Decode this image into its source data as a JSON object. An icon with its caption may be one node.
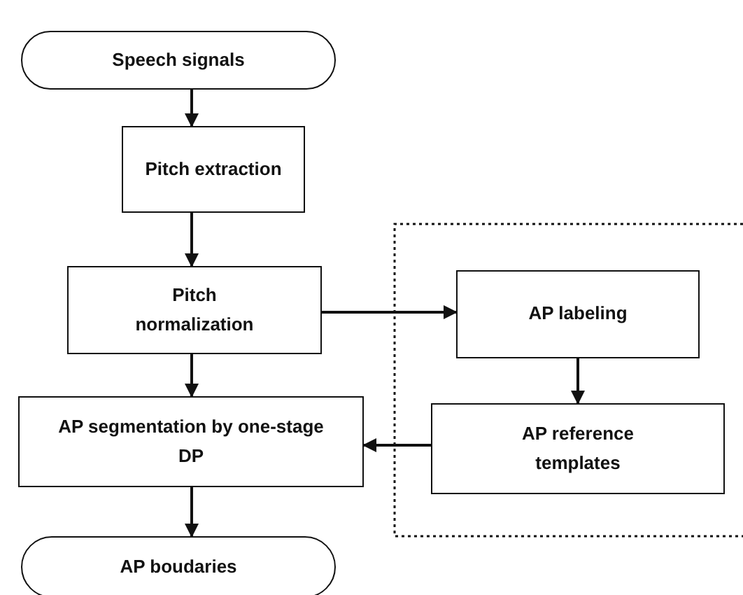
{
  "diagram": {
    "nodes": [
      {
        "text": [
          "Speech signals"
        ]
      },
      {
        "text": [
          "Pitch extraction"
        ]
      },
      {
        "text": [
          "Pitch normalization"
        ]
      },
      {
        "text": [
          "AP segmentation by one-stage DP"
        ]
      },
      {
        "text": [
          "AP boudaries"
        ]
      },
      {
        "text": [
          "AP labeling"
        ]
      },
      {
        "text": [
          "AP reference templates"
        ]
      }
    ],
    "edges": [
      {
        "from": 0,
        "to": 1,
        "arrow": "to"
      },
      {
        "from": 1,
        "to": 2,
        "arrow": "to"
      },
      {
        "from": 2,
        "to": 3,
        "arrow": "to"
      },
      {
        "from": 3,
        "to": 4,
        "arrow": "to"
      },
      {
        "from": 2,
        "to": 5,
        "arrow": "to"
      },
      {
        "from": 5,
        "to": 6,
        "arrow": "to"
      },
      {
        "from": 6,
        "to": 3,
        "arrow": "to"
      }
    ]
  }
}
